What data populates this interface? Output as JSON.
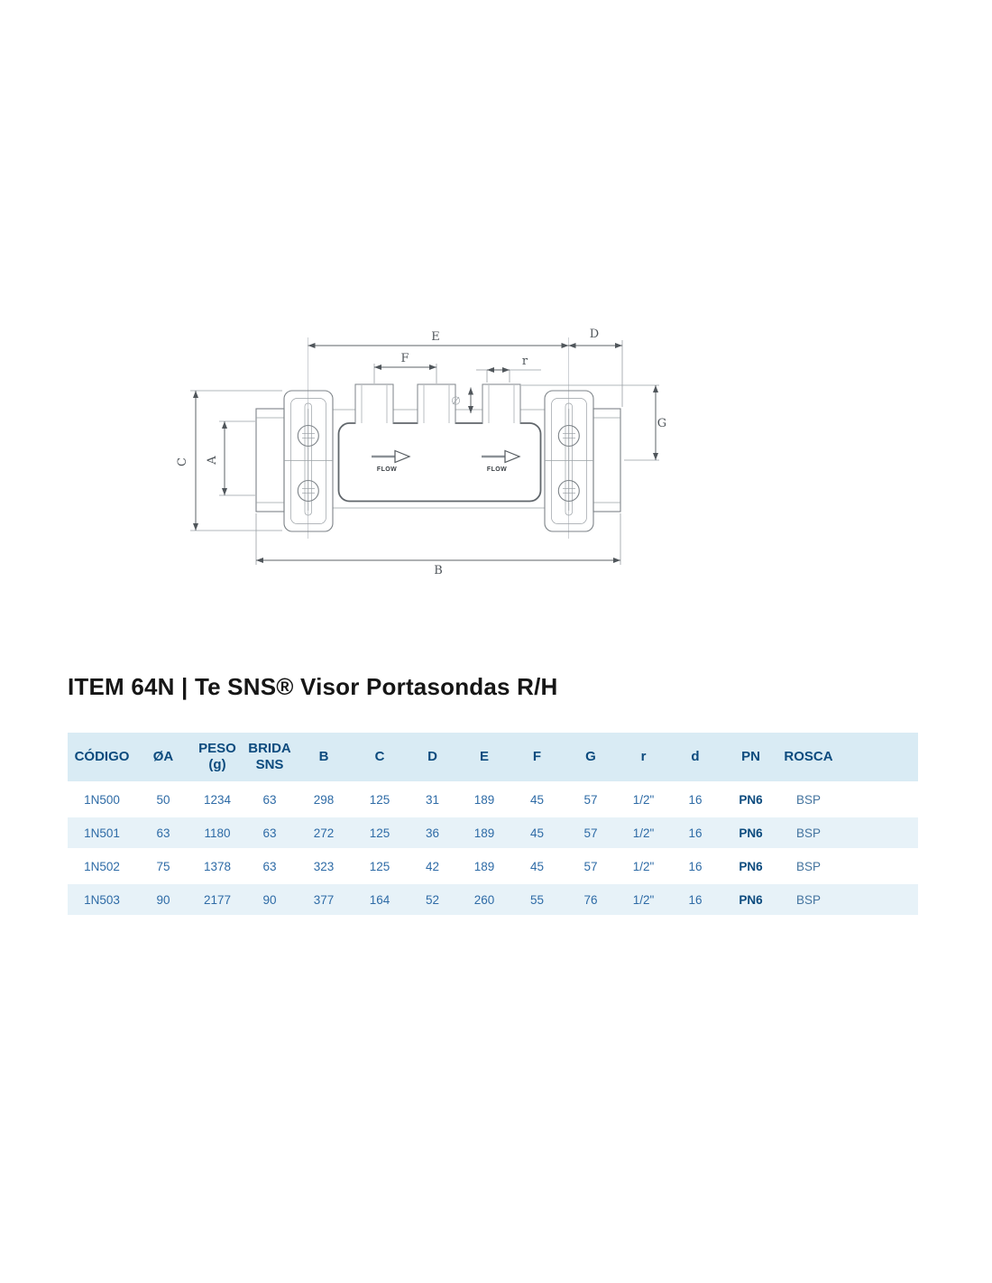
{
  "title": "ITEM 64N | Te SNS® Visor Portasondas R/H",
  "drawing": {
    "flow_label": "FLOW",
    "dims": {
      "E": "E",
      "D": "D",
      "F": "F",
      "r": "r",
      "G": "G",
      "C": "C",
      "A": "A",
      "B": "B"
    }
  },
  "table": {
    "headers": [
      "CÓDIGO",
      "ØA",
      "PESO\n(g)",
      "BRIDA\nSNS",
      "B",
      "C",
      "D",
      "E",
      "F",
      "G",
      "r",
      "d",
      "PN",
      "ROSCA"
    ],
    "rows": [
      [
        "1N500",
        "50",
        "1234",
        "63",
        "298",
        "125",
        "31",
        "189",
        "45",
        "57",
        "1/2\"",
        "16",
        "PN6",
        "BSP"
      ],
      [
        "1N501",
        "63",
        "1180",
        "63",
        "272",
        "125",
        "36",
        "189",
        "45",
        "57",
        "1/2\"",
        "16",
        "PN6",
        "BSP"
      ],
      [
        "1N502",
        "75",
        "1378",
        "63",
        "323",
        "125",
        "42",
        "189",
        "45",
        "57",
        "1/2\"",
        "16",
        "PN6",
        "BSP"
      ],
      [
        "1N503",
        "90",
        "2177",
        "90",
        "377",
        "164",
        "52",
        "260",
        "55",
        "76",
        "1/2\"",
        "16",
        "PN6",
        "BSP"
      ]
    ]
  },
  "colors": {
    "header_bg": "#d9ebf4",
    "row_alt_bg": "#e7f2f8",
    "header_text": "#0d4b7e",
    "cell_text": "#2e6ba6",
    "drawing_line": "#7d8388"
  }
}
